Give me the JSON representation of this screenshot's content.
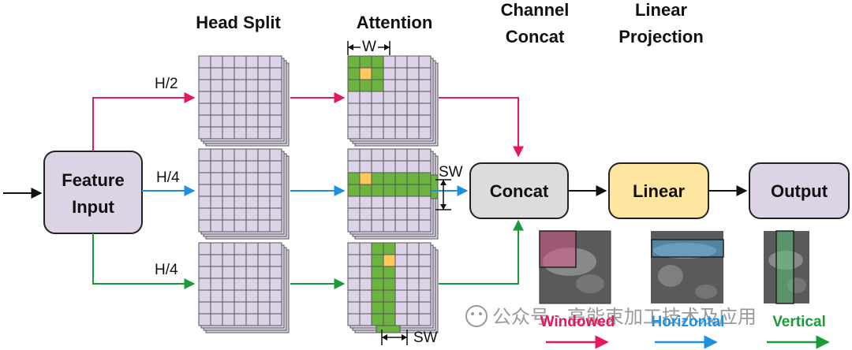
{
  "headers": {
    "head_split": "Head Split",
    "attention": "Attention",
    "channel_concat_1": "Channel",
    "channel_concat_2": "Concat",
    "linear_proj_1": "Linear",
    "linear_proj_2": "Projection"
  },
  "boxes": {
    "feature_1": "Feature",
    "feature_2": "Input",
    "concat": "Concat",
    "linear": "Linear",
    "output": "Output"
  },
  "branches": {
    "top": "H/2",
    "mid": "H/4",
    "bottom": "H/4"
  },
  "dims": {
    "w": "W",
    "sw_mid": "SW",
    "sw_bottom": "SW"
  },
  "legend": {
    "windowed": "Windowed",
    "horizontal": "Horizontal",
    "vertical": "Vertical"
  },
  "watermark": "公众号 · 高能束加工技术及应用",
  "colors": {
    "pink": "#e6175b",
    "blue": "#1e90e0",
    "green": "#1a9a3a",
    "cell": "#dcd3e8",
    "window": "#6db33f",
    "query": "#ffc85a",
    "box_gray": "#dcdcdc",
    "box_yellow": "#ffe6a0",
    "box_lilac": "#ddd3e6"
  }
}
